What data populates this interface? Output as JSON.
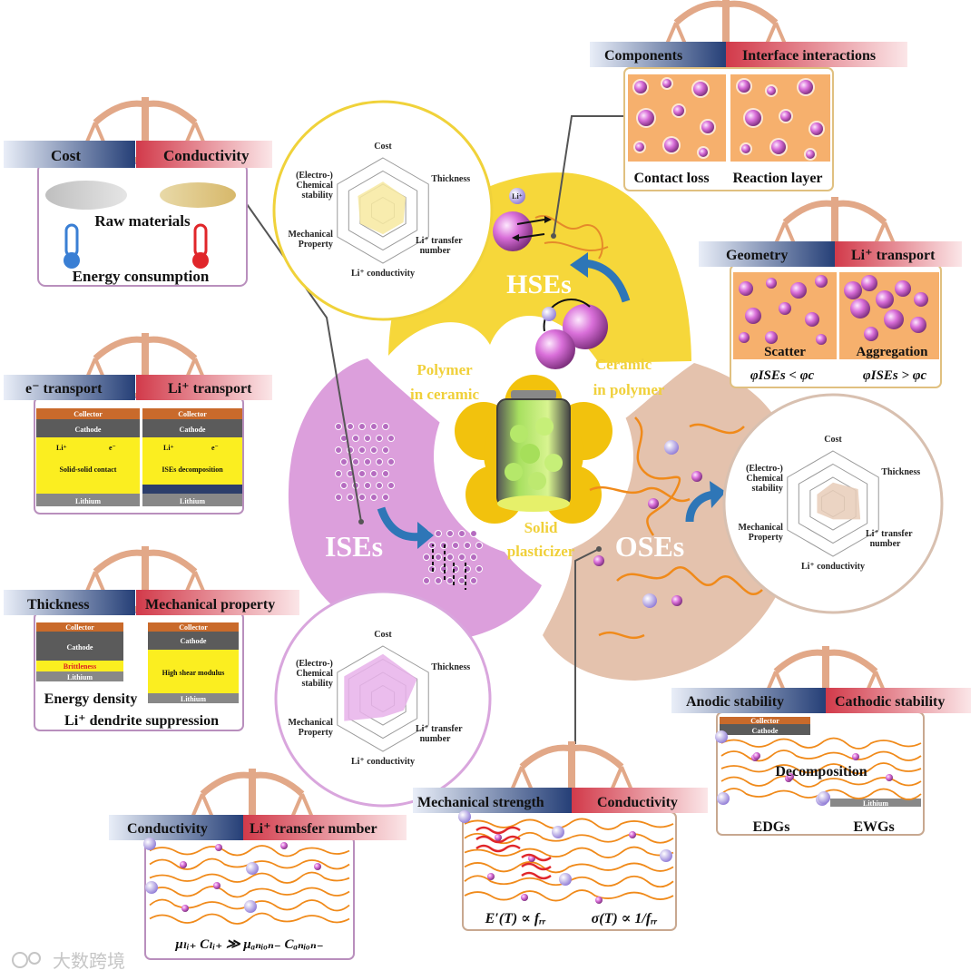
{
  "center": {
    "hses": "HSEs",
    "ises": "ISEs",
    "oses": "OSEs",
    "polymer_in_ceramic": [
      "Polymer",
      "in ceramic"
    ],
    "ceramic_in_polymer": [
      "Ceramic",
      "in polymer"
    ],
    "solid_plasticizer": [
      "Solid",
      "plasticizer"
    ],
    "li_ion": "Li⁺"
  },
  "radar": {
    "axes": [
      "Cost",
      "Thickness",
      "Li⁺ transfer",
      "number",
      "Li⁺ conductivity",
      "Mechanical",
      "Property",
      "(Electro-)",
      "Chemical",
      "stability"
    ],
    "hses_values": [
      0.55,
      0.5,
      0.45,
      0.45,
      0.5,
      0.55
    ],
    "oses_values": [
      0.4,
      0.55,
      0.6,
      0.3,
      0.35,
      0.35
    ],
    "ises_values": [
      0.85,
      0.75,
      0.45,
      0.35,
      0.85,
      0.85
    ]
  },
  "panels": {
    "cost_conductivity": {
      "left": "Cost",
      "right": "Conductivity",
      "raw": "Raw materials",
      "energy": "Energy consumption"
    },
    "electron_li_transport": {
      "left": "e⁻ transport",
      "right": "Li⁺ transport",
      "collector": "Collector",
      "cathode": "Cathode",
      "lithium": "Lithium",
      "li": "Li⁺",
      "e": "e⁻",
      "contact": "Solid-solid contact",
      "decomp": "ISEs decomposition"
    },
    "thickness_mechanical": {
      "left": "Thickness",
      "right": "Mechanical property",
      "collector": "Collector",
      "cathode": "Cathode",
      "lithium": "Lithium",
      "brittleness": "Brittleness",
      "shear": "High shear modulus",
      "energy_density": "Energy density",
      "dendrite": "Li⁺ dendrite suppression"
    },
    "conductivity_transfer": {
      "left": "Conductivity",
      "right": "Li⁺ transfer number",
      "equation": "μₗᵢ₊ Cₗᵢ₊ ≫ μₐₙᵢₒₙ₋ Cₐₙᵢₒₙ₋"
    },
    "components_interface": {
      "left": "Components",
      "right": "Interface interactions",
      "contact_loss": "Contact loss",
      "reaction_layer": "Reaction layer"
    },
    "geometry_transport": {
      "left": "Geometry",
      "right": "Li⁺ transport",
      "scatter": "Scatter",
      "aggregation": "Aggregation",
      "eq_left": "φISEs < φc",
      "eq_right": "φISEs > φc"
    },
    "anodic_cathodic": {
      "left": "Anodic stability",
      "right": "Cathodic stability",
      "collector": "Collector",
      "cathode": "Cathode",
      "lithium": "Lithium",
      "decomposition": "Decomposition",
      "edgs": "EDGs",
      "ewgs": "EWGs"
    },
    "mechanical_conductivity": {
      "left": "Mechanical strength",
      "right": "Conductivity",
      "eq_left": "E′(T) ∝ fᵣᵣ",
      "eq_right": "σ(T) ∝ 1/fᵣᵣ"
    }
  },
  "watermark": "大数跨境",
  "colors": {
    "hses": "#f6d73a",
    "ises": "#dc9fdc",
    "oses": "#e4c2ad",
    "navy": "#253f77",
    "red": "#d23a4a",
    "scale": "#e2a888",
    "cathode": "#5b5b5b",
    "collector": "#c96a2b",
    "electrolyte": "#fbee20",
    "bg_orange": "#f6b06d"
  }
}
